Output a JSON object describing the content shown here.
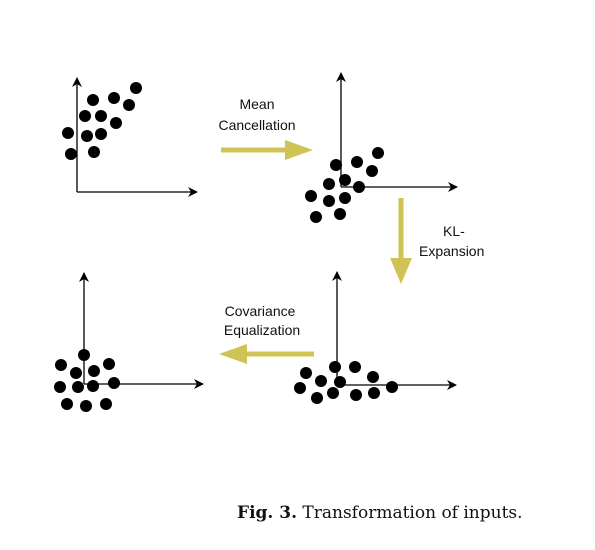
{
  "steps": {
    "mean_cancellation": [
      "Mean",
      "Cancellation"
    ],
    "kl_expansion": [
      "KL-",
      "Expansion"
    ],
    "covariance_equalization": [
      "Covariance",
      "Equalization"
    ]
  },
  "caption": {
    "label": "Fig. 3.",
    "text": "Transformation of inputs."
  },
  "colors": {
    "arrow": "#cfc355",
    "ink": "#000000"
  }
}
